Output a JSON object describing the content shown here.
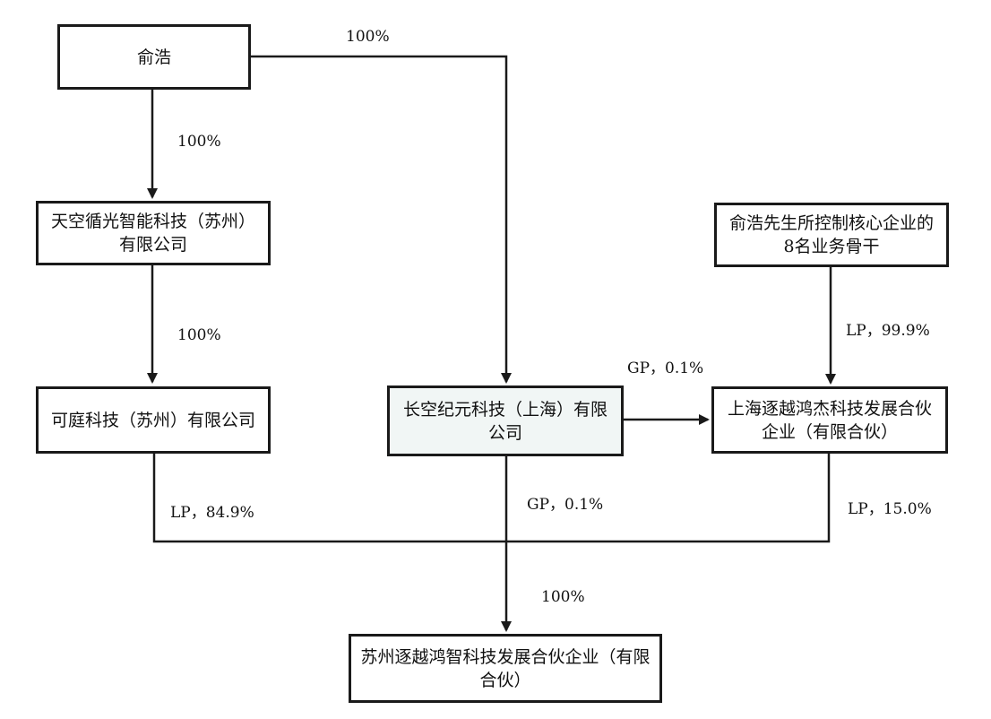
{
  "nodes": {
    "yu_hao": "俞浩",
    "tiankong": "天空循光智能科技（苏州）有限公司",
    "keting": "可庭科技（苏州）有限公司",
    "changkong": "长空纪元科技（上海）有限公司",
    "core_staff": "俞浩先生所控制核心企业的8名业务骨干",
    "shanghai_partnership": "上海逐越鸿杰科技发展合伙企业（有限合伙）",
    "suzhou_partnership": "苏州逐越鸿智科技发展合伙企业（有限合伙）"
  },
  "edges": {
    "yu_to_changkong": "100%",
    "yu_to_tiankong": "100%",
    "tiankong_to_keting": "100%",
    "core_staff_to_shanghai": "LP，99.9%",
    "changkong_to_shanghai": "GP，0.1%",
    "keting_lp": "LP，84.9%",
    "changkong_gp": "GP，0.1%",
    "shanghai_lp": "LP，15.0%",
    "combined_to_suzhou": "100%"
  },
  "colors": {
    "line": "#1a1a1a",
    "tinted_box_fill": "#f1f6f5"
  }
}
